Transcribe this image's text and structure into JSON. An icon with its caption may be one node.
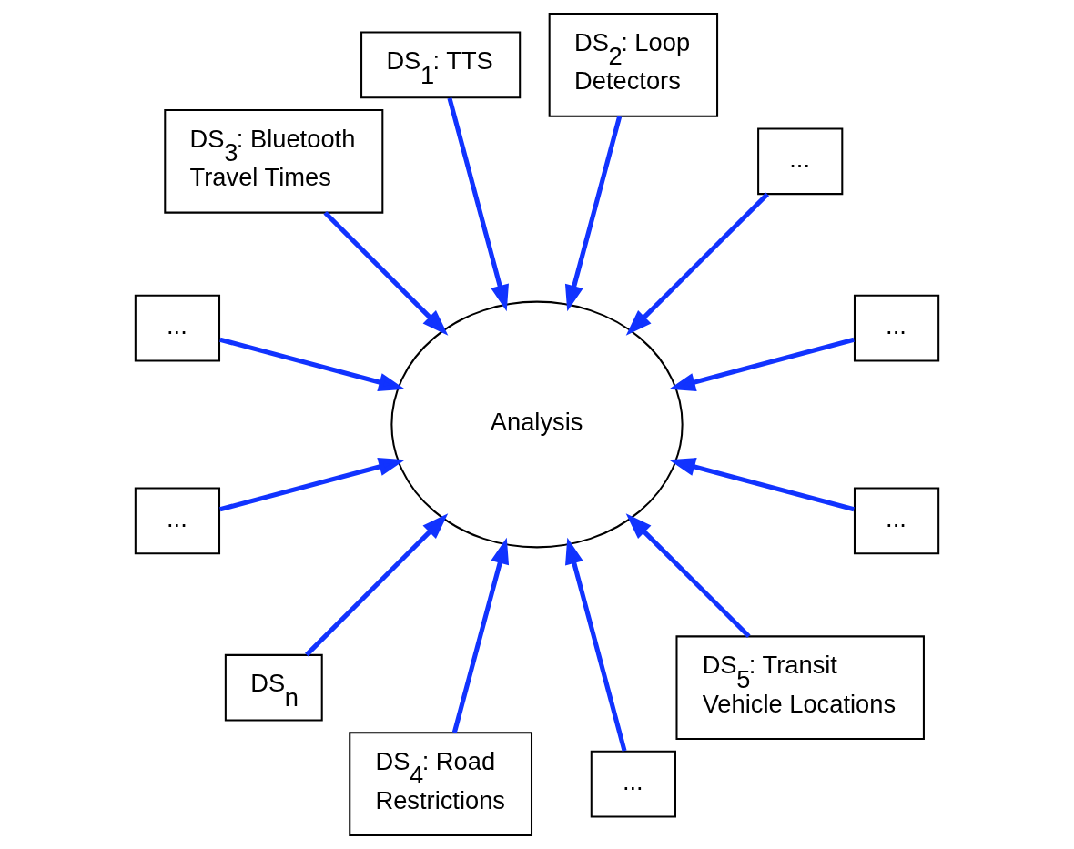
{
  "diagram": {
    "nodes": [
      {
        "text": [
          "..."
        ]
      },
      {
        "text": [
          "..."
        ]
      },
      {
        "text": [
          "DS$_{2}$: Loop Detectors"
        ]
      },
      {
        "text": [
          "DS$_{1}$: TTS"
        ]
      },
      {
        "text": [
          "DS$_{3}$: Bluetooth Travel Times"
        ]
      },
      {
        "text": [
          "..."
        ]
      },
      {
        "text": [
          "Analysis"
        ]
      },
      {
        "text": [
          "..."
        ]
      },
      {
        "text": [
          "DS$_{n}$"
        ]
      },
      {
        "text": [
          "DS$_{4}$: Road Restrictions"
        ]
      },
      {
        "text": [
          "..."
        ]
      },
      {
        "text": [
          "DS$_{5}$: Transit Vehicle Locations"
        ]
      },
      {
        "text": [
          "..."
        ]
      }
    ],
    "edges": [
      {
        "from": 0,
        "to": 6,
        "arrow": "to"
      },
      {
        "from": 1,
        "to": 6,
        "arrow": "to"
      },
      {
        "from": 2,
        "to": 6,
        "arrow": "to"
      },
      {
        "from": 3,
        "to": 6,
        "arrow": "to"
      },
      {
        "from": 4,
        "to": 6,
        "arrow": "to"
      },
      {
        "from": 5,
        "to": 6,
        "arrow": "to"
      },
      {
        "from": 7,
        "to": 6,
        "arrow": "to"
      },
      {
        "from": 8,
        "to": 6,
        "arrow": "to"
      },
      {
        "from": 9,
        "to": 6,
        "arrow": "to"
      },
      {
        "from": 10,
        "to": 6,
        "arrow": "to"
      },
      {
        "from": 11,
        "to": 6,
        "arrow": "to"
      },
      {
        "from": 12,
        "to": 6,
        "arrow": "to"
      }
    ]
  }
}
